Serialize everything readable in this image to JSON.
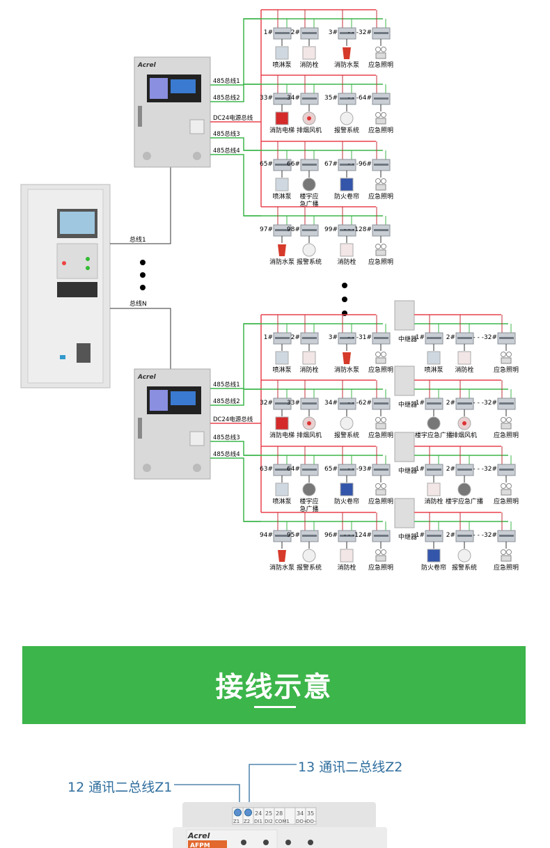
{
  "brand": "Acrel",
  "colors": {
    "power_bus": "#e8414b",
    "comm_bus": "#3cb54a",
    "banner": "#3cb54a",
    "callout_text": "#2f6e9e"
  },
  "host": {
    "bus_1_label": "总线1",
    "bus_n_label": "总线N"
  },
  "panels": [
    {
      "bus_labels": [
        "485总线1",
        "485总线2",
        "DC24电源总线",
        "485总线3",
        "485总线4"
      ],
      "rows": [
        {
          "nodes": [
            {
              "num": "1#",
              "label": "喷淋泵",
              "icon": "sprinkler-pump"
            },
            {
              "num": "2#",
              "label": "消防栓",
              "icon": "fire-hydrant-box"
            },
            {
              "num": "3#",
              "label": "消防水泵",
              "icon": "fire-water-pump"
            },
            {
              "num": "- - -32#",
              "label": "应急照明",
              "icon": "emergency-light"
            }
          ]
        },
        {
          "nodes": [
            {
              "num": "33#",
              "label": "消防电梯",
              "icon": "fire-elevator"
            },
            {
              "num": "34#",
              "label": "排烟风机",
              "icon": "smoke-exhaust-fan"
            },
            {
              "num": "35#",
              "label": "报警系统",
              "icon": "alarm-detector"
            },
            {
              "num": "- - -64#",
              "label": "应急照明",
              "icon": "emergency-light"
            }
          ]
        },
        {
          "nodes": [
            {
              "num": "65#",
              "label": "喷淋泵",
              "icon": "sprinkler-pump"
            },
            {
              "num": "66#",
              "label": "楼宇应急广播",
              "icon": "broadcast-speaker"
            },
            {
              "num": "67#",
              "label": "防火卷帘",
              "icon": "fire-shutter"
            },
            {
              "num": "- - -96#",
              "label": "应急照明",
              "icon": "emergency-light"
            }
          ]
        },
        {
          "nodes": [
            {
              "num": "97#",
              "label": "消防水泵",
              "icon": "fire-water-pump"
            },
            {
              "num": "98#",
              "label": "报警系统",
              "icon": "alarm-detector"
            },
            {
              "num": "99#",
              "label": "消防栓",
              "icon": "fire-hydrant-box"
            },
            {
              "num": "- - -128#",
              "label": "应急照明",
              "icon": "emergency-light"
            }
          ]
        }
      ]
    },
    {
      "bus_labels": [
        "485总线1",
        "485总线2",
        "DC24电源总线",
        "485总线3",
        "485总线4"
      ],
      "repeater_label": "中继器",
      "rows": [
        {
          "nodes": [
            {
              "num": "1#",
              "label": "喷淋泵",
              "icon": "sprinkler-pump"
            },
            {
              "num": "2#",
              "label": "消防栓",
              "icon": "fire-hydrant-box"
            },
            {
              "num": "3#",
              "label": "消防水泵",
              "icon": "fire-water-pump"
            },
            {
              "num": "- - -31#",
              "label": "应急照明",
              "icon": "emergency-light"
            }
          ],
          "ext": [
            {
              "num": "1#",
              "label": "喷淋泵",
              "icon": "sprinkler-pump"
            },
            {
              "num": "2#",
              "label": "消防栓",
              "icon": "fire-hydrant-box"
            },
            {
              "num": "- - -32#",
              "label": "应急照明",
              "icon": "emergency-light"
            }
          ]
        },
        {
          "nodes": [
            {
              "num": "32#",
              "label": "消防电梯",
              "icon": "fire-elevator"
            },
            {
              "num": "33#",
              "label": "排烟风机",
              "icon": "smoke-exhaust-fan"
            },
            {
              "num": "34#",
              "label": "报警系统",
              "icon": "alarm-detector"
            },
            {
              "num": "- - -62#",
              "label": "应急照明",
              "icon": "emergency-light"
            }
          ],
          "ext": [
            {
              "num": "1#",
              "label": "楼宇应急广播",
              "icon": "broadcast-speaker"
            },
            {
              "num": "2#",
              "label": "排烟风机",
              "icon": "smoke-exhaust-fan"
            },
            {
              "num": "- - -32#",
              "label": "应急照明",
              "icon": "emergency-light"
            }
          ]
        },
        {
          "nodes": [
            {
              "num": "63#",
              "label": "喷淋泵",
              "icon": "sprinkler-pump"
            },
            {
              "num": "64#",
              "label": "楼宇应急广播",
              "icon": "broadcast-speaker"
            },
            {
              "num": "65#",
              "label": "防火卷帘",
              "icon": "fire-shutter"
            },
            {
              "num": "- - -93#",
              "label": "应急照明",
              "icon": "emergency-light"
            }
          ],
          "ext": [
            {
              "num": "1#",
              "label": "消防栓",
              "icon": "fire-hydrant-box"
            },
            {
              "num": "2#",
              "label": "楼宇应急广播",
              "icon": "broadcast-speaker"
            },
            {
              "num": "- - -32#",
              "label": "应急照明",
              "icon": "emergency-light"
            }
          ]
        },
        {
          "nodes": [
            {
              "num": "94#",
              "label": "消防水泵",
              "icon": "fire-water-pump"
            },
            {
              "num": "95#",
              "label": "报警系统",
              "icon": "alarm-detector"
            },
            {
              "num": "96#",
              "label": "消防栓",
              "icon": "fire-hydrant-box"
            },
            {
              "num": "- - -124#",
              "label": "应急照明",
              "icon": "emergency-light"
            }
          ],
          "ext": [
            {
              "num": "1#",
              "label": "防火卷帘",
              "icon": "fire-shutter"
            },
            {
              "num": "2#",
              "label": "报警系统",
              "icon": "alarm-detector"
            },
            {
              "num": "- - -32#",
              "label": "应急照明",
              "icon": "emergency-light"
            }
          ]
        }
      ]
    }
  ],
  "section": {
    "title": "接线示意"
  },
  "terminal": {
    "callout_z1": "12 通讯二总线Z1",
    "callout_z2": "13 通讯二总线Z2",
    "terminals_top": [
      "",
      "",
      "24",
      "25",
      "28",
      "",
      "34",
      "35"
    ],
    "terminals_bottom": [
      "Z1",
      "Z2",
      "DI1",
      "DI2",
      "COM1",
      "",
      "DO+",
      "DO-"
    ],
    "model": "AFPM"
  }
}
